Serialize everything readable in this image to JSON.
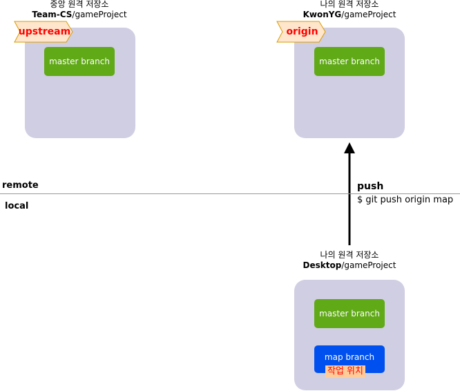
{
  "repos": {
    "upstream": {
      "title": "중앙 원격 저장소",
      "owner": "Team-CS",
      "path": "/gameProject",
      "tag": "upstream",
      "branches": [
        "master branch"
      ]
    },
    "origin": {
      "title": "나의 원격 저장소",
      "owner": "KwonYG",
      "path": "/gameProject",
      "tag": "origin",
      "branches": [
        "master branch"
      ]
    },
    "local": {
      "title": "나의 원격 저장소",
      "owner": "Desktop",
      "path": "/gameProject",
      "branches": [
        "master branch",
        "map branch"
      ],
      "work_label": "작업 위치"
    }
  },
  "zones": {
    "remote": "remote",
    "local": "local"
  },
  "push": {
    "label": "push",
    "command": "$ git push origin map"
  },
  "colors": {
    "repo_box": "#d0cee2",
    "branch_green": "#60a917",
    "branch_blue": "#0050ef",
    "tag_fill": "#ffe6cc",
    "tag_stroke": "#d79b00",
    "tag_text": "#ff0000",
    "work_label_bg": "#ffcc99"
  }
}
